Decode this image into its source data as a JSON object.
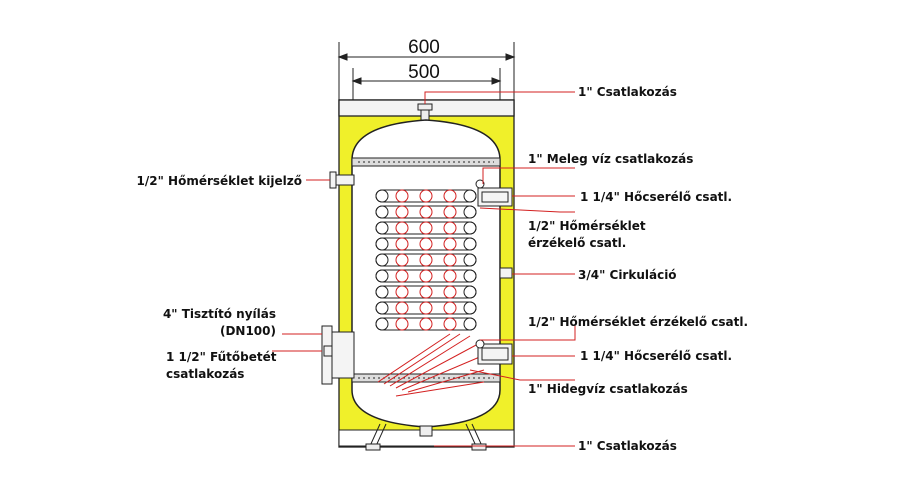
{
  "dimensions": {
    "outer": "600",
    "inner": "500"
  },
  "labels": {
    "top_conn": "1\" Csatlakozás",
    "hot_water": "1\" Meleg víz csatlakozás",
    "hx_upper": "1 1/4\" Hőcserélő  csatl.",
    "sensor_upper_1": "1/2\" Hőmérséklet",
    "sensor_upper_2": "érzékelő csatl.",
    "circulation": "3/4\" Cirkuláció",
    "sensor_lower": "1/2\" Hőmérséklet  érzékelő csatl.",
    "hx_lower": "1 1/4\" Hőcserélő  csatl.",
    "cold_water": "1\" Hidegvíz csatlakozás",
    "bottom_conn": "1\" Csatlakozás",
    "thermometer": "1/2\" Hőmérséklet kijelző",
    "cleaning_1": "4\" Tisztító nyílás",
    "cleaning_2": "(DN100)",
    "heater_1": "1 1/2\" Fűtőbetét",
    "heater_2": "csatlakozás"
  },
  "colors": {
    "insulation": "#f0f02a",
    "leader": "#d32020",
    "outline": "#222222",
    "tank_fill": "#ffffff"
  }
}
